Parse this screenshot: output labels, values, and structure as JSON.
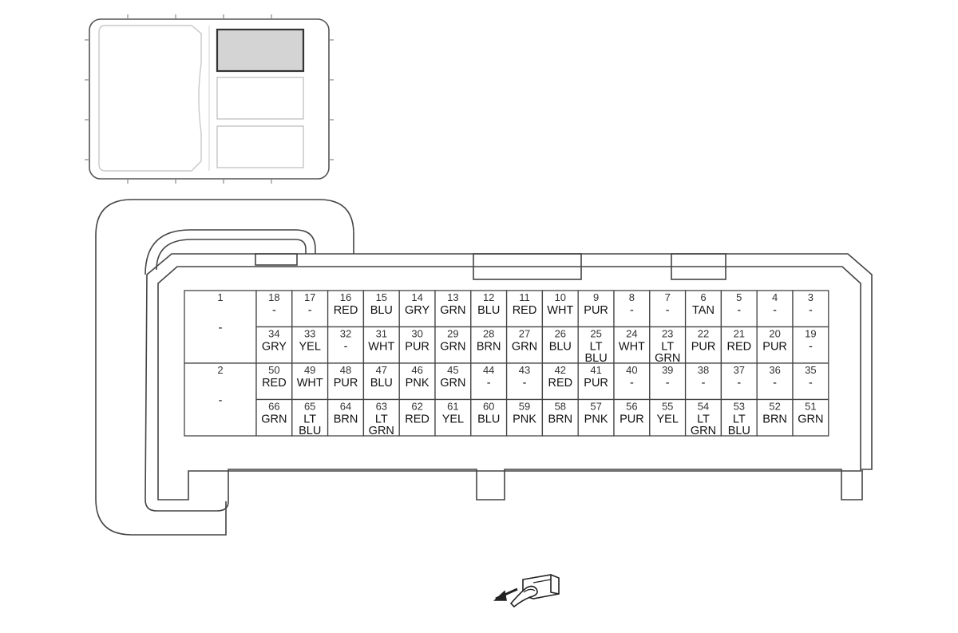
{
  "connector": {
    "large_cells": [
      {
        "num": "1",
        "lines": [
          "-"
        ]
      },
      {
        "num": "2",
        "lines": [
          "-"
        ]
      }
    ],
    "rows": [
      [
        {
          "num": "18",
          "lines": [
            "-"
          ]
        },
        {
          "num": "17",
          "lines": [
            "-"
          ]
        },
        {
          "num": "16",
          "lines": [
            "RED"
          ]
        },
        {
          "num": "15",
          "lines": [
            "BLU"
          ]
        },
        {
          "num": "14",
          "lines": [
            "GRY"
          ]
        },
        {
          "num": "13",
          "lines": [
            "GRN"
          ]
        },
        {
          "num": "12",
          "lines": [
            "BLU"
          ]
        },
        {
          "num": "11",
          "lines": [
            "RED"
          ]
        },
        {
          "num": "10",
          "lines": [
            "WHT"
          ]
        },
        {
          "num": "9",
          "lines": [
            "PUR"
          ]
        },
        {
          "num": "8",
          "lines": [
            "-"
          ]
        },
        {
          "num": "7",
          "lines": [
            "-"
          ]
        },
        {
          "num": "6",
          "lines": [
            "TAN"
          ]
        },
        {
          "num": "5",
          "lines": [
            "-"
          ]
        },
        {
          "num": "4",
          "lines": [
            "-"
          ]
        },
        {
          "num": "3",
          "lines": [
            "-"
          ]
        }
      ],
      [
        {
          "num": "34",
          "lines": [
            "GRY"
          ]
        },
        {
          "num": "33",
          "lines": [
            "YEL"
          ]
        },
        {
          "num": "32",
          "lines": [
            "-"
          ]
        },
        {
          "num": "31",
          "lines": [
            "WHT"
          ]
        },
        {
          "num": "30",
          "lines": [
            "PUR"
          ]
        },
        {
          "num": "29",
          "lines": [
            "GRN"
          ]
        },
        {
          "num": "28",
          "lines": [
            "BRN"
          ]
        },
        {
          "num": "27",
          "lines": [
            "GRN"
          ]
        },
        {
          "num": "26",
          "lines": [
            "BLU"
          ]
        },
        {
          "num": "25",
          "lines": [
            "LT",
            "BLU"
          ]
        },
        {
          "num": "24",
          "lines": [
            "WHT"
          ]
        },
        {
          "num": "23",
          "lines": [
            "LT",
            "GRN"
          ]
        },
        {
          "num": "22",
          "lines": [
            "PUR"
          ]
        },
        {
          "num": "21",
          "lines": [
            "RED"
          ]
        },
        {
          "num": "20",
          "lines": [
            "PUR"
          ]
        },
        {
          "num": "19",
          "lines": [
            "-"
          ]
        }
      ],
      [
        {
          "num": "50",
          "lines": [
            "RED"
          ]
        },
        {
          "num": "49",
          "lines": [
            "WHT"
          ]
        },
        {
          "num": "48",
          "lines": [
            "PUR"
          ]
        },
        {
          "num": "47",
          "lines": [
            "BLU"
          ]
        },
        {
          "num": "46",
          "lines": [
            "PNK"
          ]
        },
        {
          "num": "45",
          "lines": [
            "GRN"
          ]
        },
        {
          "num": "44",
          "lines": [
            "-"
          ]
        },
        {
          "num": "43",
          "lines": [
            "-"
          ]
        },
        {
          "num": "42",
          "lines": [
            "RED"
          ]
        },
        {
          "num": "41",
          "lines": [
            "PUR"
          ]
        },
        {
          "num": "40",
          "lines": [
            "-"
          ]
        },
        {
          "num": "39",
          "lines": [
            "-"
          ]
        },
        {
          "num": "38",
          "lines": [
            "-"
          ]
        },
        {
          "num": "37",
          "lines": [
            "-"
          ]
        },
        {
          "num": "36",
          "lines": [
            "-"
          ]
        },
        {
          "num": "35",
          "lines": [
            "-"
          ]
        }
      ],
      [
        {
          "num": "66",
          "lines": [
            "GRN"
          ]
        },
        {
          "num": "65",
          "lines": [
            "LT",
            "BLU"
          ]
        },
        {
          "num": "64",
          "lines": [
            "BRN"
          ]
        },
        {
          "num": "63",
          "lines": [
            "LT",
            "GRN"
          ]
        },
        {
          "num": "62",
          "lines": [
            "RED"
          ]
        },
        {
          "num": "61",
          "lines": [
            "YEL"
          ]
        },
        {
          "num": "60",
          "lines": [
            "BLU"
          ]
        },
        {
          "num": "59",
          "lines": [
            "PNK"
          ]
        },
        {
          "num": "58",
          "lines": [
            "BRN"
          ]
        },
        {
          "num": "57",
          "lines": [
            "PNK"
          ]
        },
        {
          "num": "56",
          "lines": [
            "PUR"
          ]
        },
        {
          "num": "55",
          "lines": [
            "YEL"
          ]
        },
        {
          "num": "54",
          "lines": [
            "LT",
            "GRN"
          ]
        },
        {
          "num": "53",
          "lines": [
            "LT",
            "BLU"
          ]
        },
        {
          "num": "52",
          "lines": [
            "BRN"
          ]
        },
        {
          "num": "51",
          "lines": [
            "GRN"
          ]
        }
      ]
    ]
  },
  "colors": {
    "line": "#444444",
    "faint_line": "#bbbbbb",
    "highlight_fill": "#d4d4d4",
    "text": "#111111"
  },
  "icons": {
    "module": "module-locator-icon",
    "probe": "terminal-probe-icon"
  }
}
